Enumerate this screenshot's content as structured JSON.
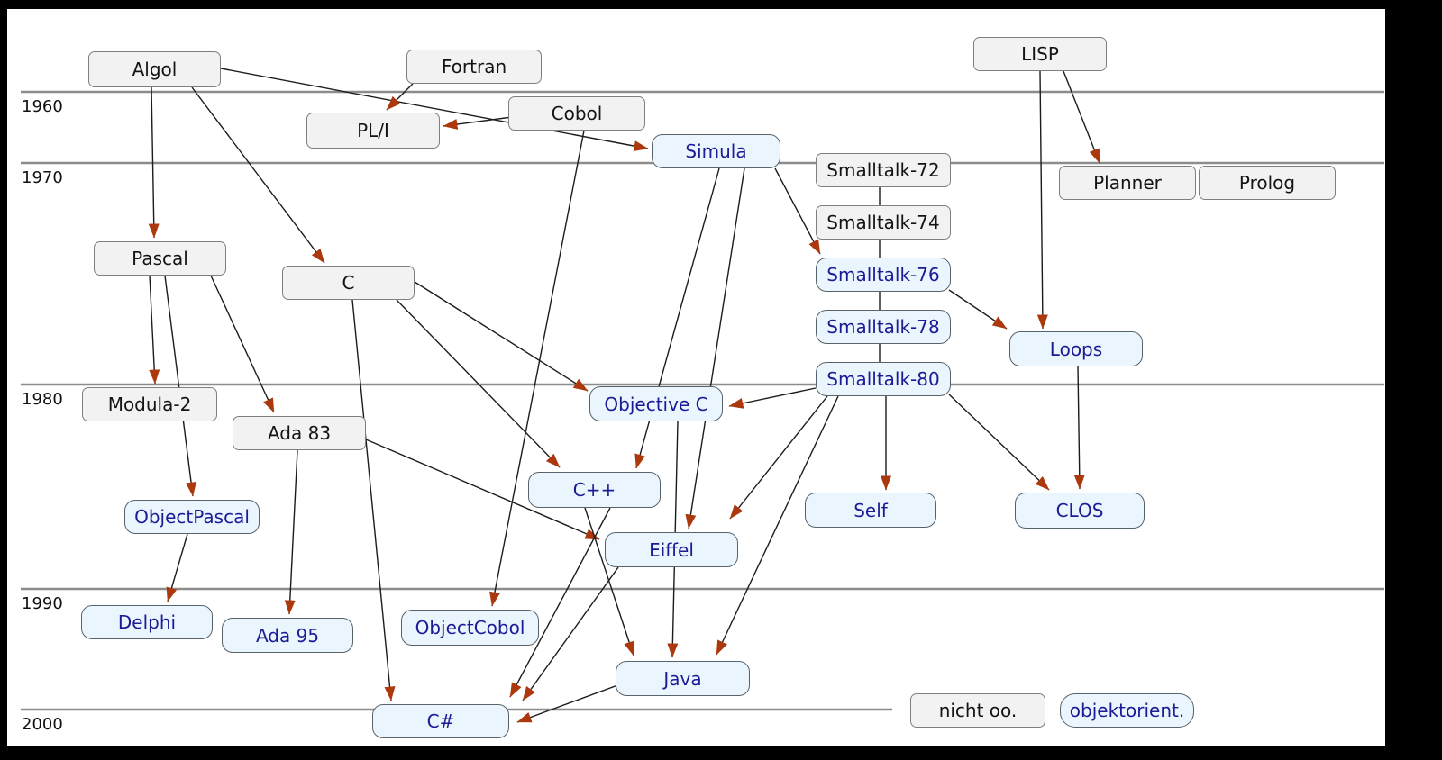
{
  "diagram": {
    "years": [
      "1960",
      "1970",
      "1980",
      "1990",
      "2000"
    ],
    "nodes": [
      {
        "id": "algol",
        "label": "Algol",
        "oo": false
      },
      {
        "id": "fortran",
        "label": "Fortran",
        "oo": false
      },
      {
        "id": "pli",
        "label": "PL/I",
        "oo": false
      },
      {
        "id": "cobol",
        "label": "Cobol",
        "oo": false
      },
      {
        "id": "lisp",
        "label": "LISP",
        "oo": false
      },
      {
        "id": "simula",
        "label": "Simula",
        "oo": true
      },
      {
        "id": "smalltalk72",
        "label": "Smalltalk-72",
        "oo": false
      },
      {
        "id": "smalltalk74",
        "label": "Smalltalk-74",
        "oo": false
      },
      {
        "id": "smalltalk76",
        "label": "Smalltalk-76",
        "oo": true
      },
      {
        "id": "smalltalk78",
        "label": "Smalltalk-78",
        "oo": true
      },
      {
        "id": "smalltalk80",
        "label": "Smalltalk-80",
        "oo": true
      },
      {
        "id": "planner",
        "label": "Planner",
        "oo": false
      },
      {
        "id": "prolog",
        "label": "Prolog",
        "oo": false
      },
      {
        "id": "pascal",
        "label": "Pascal",
        "oo": false
      },
      {
        "id": "c",
        "label": "C",
        "oo": false
      },
      {
        "id": "modula2",
        "label": "Modula-2",
        "oo": false
      },
      {
        "id": "ada83",
        "label": "Ada 83",
        "oo": false
      },
      {
        "id": "loops",
        "label": "Loops",
        "oo": true
      },
      {
        "id": "objectivec",
        "label": "Objective C",
        "oo": true
      },
      {
        "id": "cpp",
        "label": "C++",
        "oo": true
      },
      {
        "id": "objectpascal",
        "label": "ObjectPascal",
        "oo": true
      },
      {
        "id": "eiffel",
        "label": "Eiffel",
        "oo": true
      },
      {
        "id": "self",
        "label": "Self",
        "oo": true
      },
      {
        "id": "clos",
        "label": "CLOS",
        "oo": true
      },
      {
        "id": "delphi",
        "label": "Delphi",
        "oo": true
      },
      {
        "id": "ada95",
        "label": "Ada 95",
        "oo": true
      },
      {
        "id": "objectcobol",
        "label": "ObjectCobol",
        "oo": true
      },
      {
        "id": "java",
        "label": "Java",
        "oo": true
      },
      {
        "id": "csharp",
        "label": "C#",
        "oo": true
      },
      {
        "id": "nichtoo",
        "label": "nicht oo.",
        "oo": false
      },
      {
        "id": "objektorient",
        "label": "objektorient.",
        "oo": true
      }
    ],
    "legend": {
      "not_oo_id": "nichtoo",
      "oo_id": "objektorient"
    },
    "edges": [
      {
        "from": "algol",
        "to": "pascal",
        "arrow": true
      },
      {
        "from": "algol",
        "to": "c",
        "arrow": true
      },
      {
        "from": "algol",
        "to": "simula",
        "arrow": true
      },
      {
        "from": "fortran",
        "to": "pli",
        "arrow": true
      },
      {
        "from": "cobol",
        "to": "pli",
        "arrow": true
      },
      {
        "from": "cobol",
        "to": "objectcobol",
        "arrow": true
      },
      {
        "from": "lisp",
        "to": "planner",
        "arrow": true
      },
      {
        "from": "lisp",
        "to": "loops",
        "arrow": true
      },
      {
        "from": "simula",
        "to": "smalltalk76",
        "arrow": true
      },
      {
        "from": "simula",
        "to": "cpp",
        "arrow": true
      },
      {
        "from": "simula",
        "to": "eiffel",
        "arrow": true
      },
      {
        "from": "smalltalk72",
        "to": "smalltalk74",
        "arrow": false
      },
      {
        "from": "smalltalk74",
        "to": "smalltalk76",
        "arrow": false
      },
      {
        "from": "smalltalk76",
        "to": "smalltalk78",
        "arrow": false
      },
      {
        "from": "smalltalk78",
        "to": "smalltalk80",
        "arrow": false
      },
      {
        "from": "smalltalk76",
        "to": "loops",
        "arrow": true
      },
      {
        "from": "loops",
        "to": "clos",
        "arrow": true
      },
      {
        "from": "smalltalk80",
        "to": "clos",
        "arrow": true
      },
      {
        "from": "smalltalk80",
        "to": "self",
        "arrow": true
      },
      {
        "from": "smalltalk80",
        "to": "objectivec",
        "arrow": true
      },
      {
        "from": "smalltalk80",
        "to": "eiffel",
        "arrow": true
      },
      {
        "from": "smalltalk80",
        "to": "java",
        "arrow": true
      },
      {
        "from": "c",
        "to": "objectivec",
        "arrow": true
      },
      {
        "from": "c",
        "to": "cpp",
        "arrow": true
      },
      {
        "from": "c",
        "to": "csharp",
        "arrow": true
      },
      {
        "from": "pascal",
        "to": "modula2",
        "arrow": true
      },
      {
        "from": "pascal",
        "to": "objectpascal",
        "arrow": true
      },
      {
        "from": "pascal",
        "to": "ada83",
        "arrow": true
      },
      {
        "from": "objectpascal",
        "to": "delphi",
        "arrow": true
      },
      {
        "from": "ada83",
        "to": "ada95",
        "arrow": true
      },
      {
        "from": "ada83",
        "to": "eiffel",
        "arrow": true
      },
      {
        "from": "objectivec",
        "to": "java",
        "arrow": true
      },
      {
        "from": "cpp",
        "to": "java",
        "arrow": true
      },
      {
        "from": "cpp",
        "to": "csharp",
        "arrow": true
      },
      {
        "from": "eiffel",
        "to": "csharp",
        "arrow": true
      },
      {
        "from": "java",
        "to": "csharp",
        "arrow": true
      }
    ],
    "colors": {
      "background": "#000000",
      "canvas": "#ffffff",
      "timeline_gray": "#8c8c8c",
      "edge_black": "#1c1c1c",
      "arrowhead_red": "#AC390E",
      "gray_box_fill": "#f2f2f2",
      "gray_box_border": "#7f7f7f",
      "blue_box_fill": "#eaf5fd",
      "blue_box_border": "#57636b",
      "blue_text": "#1b1b96",
      "black_text": "#141414"
    }
  }
}
